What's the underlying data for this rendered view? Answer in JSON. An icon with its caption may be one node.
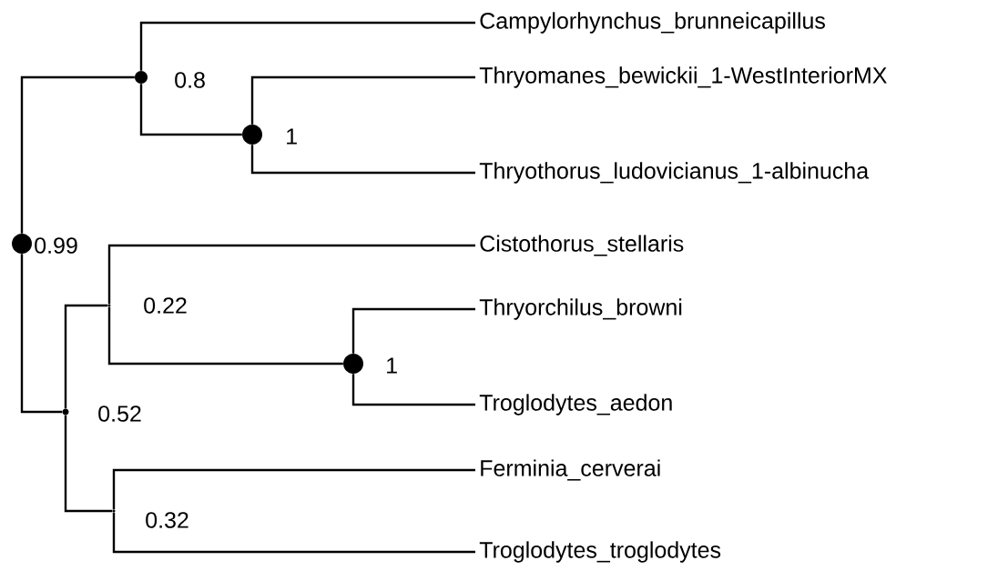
{
  "diagram": {
    "nodes": [
      {
        "text": [],
        "shape": "circle",
        "beside": [
          "0.99"
        ]
      },
      {
        "text": [],
        "shape": "circle",
        "beside": [
          "0.8"
        ]
      },
      {
        "text": [
          "Campylorhynchus_brunneicapillus"
        ]
      },
      {
        "text": [],
        "shape": "circle",
        "beside": [
          "1"
        ]
      },
      {
        "text": [
          "Thryomanes_bewickii_1-WestInteriorMX"
        ]
      },
      {
        "text": [
          "Thryothorus_ludovicianus_1-albinucha"
        ]
      },
      {
        "text": [],
        "shape": "circle",
        "beside": [
          "0.52"
        ]
      },
      {
        "text": [],
        "shape": "circle",
        "beside": [
          "0.22"
        ]
      },
      {
        "text": [
          "Cistothorus_stellaris"
        ]
      },
      {
        "text": [],
        "shape": "circle",
        "beside": [
          "1"
        ]
      },
      {
        "text": [
          "Thryorchilus_browni"
        ]
      },
      {
        "text": [
          "Troglodytes_aedon"
        ]
      },
      {
        "text": [],
        "shape": "circle",
        "beside": [
          "0.32"
        ]
      },
      {
        "text": [
          "Ferminia_cerverai"
        ]
      },
      {
        "text": [
          "Troglodytes_troglodytes"
        ]
      }
    ],
    "edges": [
      {
        "from": 0,
        "to": 1,
        "arrow": "none"
      },
      {
        "from": 1,
        "to": 2,
        "arrow": "none"
      },
      {
        "from": 1,
        "to": 3,
        "arrow": "none"
      },
      {
        "from": 3,
        "to": 4,
        "arrow": "none"
      },
      {
        "from": 3,
        "to": 5,
        "arrow": "none"
      },
      {
        "from": 0,
        "to": 6,
        "arrow": "none"
      },
      {
        "from": 6,
        "to": 7,
        "arrow": "none"
      },
      {
        "from": 7,
        "to": 8,
        "arrow": "none"
      },
      {
        "from": 7,
        "to": 9,
        "arrow": "none"
      },
      {
        "from": 9,
        "to": 10,
        "arrow": "none"
      },
      {
        "from": 9,
        "to": 11,
        "arrow": "none"
      },
      {
        "from": 6,
        "to": 12,
        "arrow": "none"
      },
      {
        "from": 12,
        "to": 13,
        "arrow": "none"
      },
      {
        "from": 12,
        "to": 14,
        "arrow": "none"
      }
    ]
  }
}
